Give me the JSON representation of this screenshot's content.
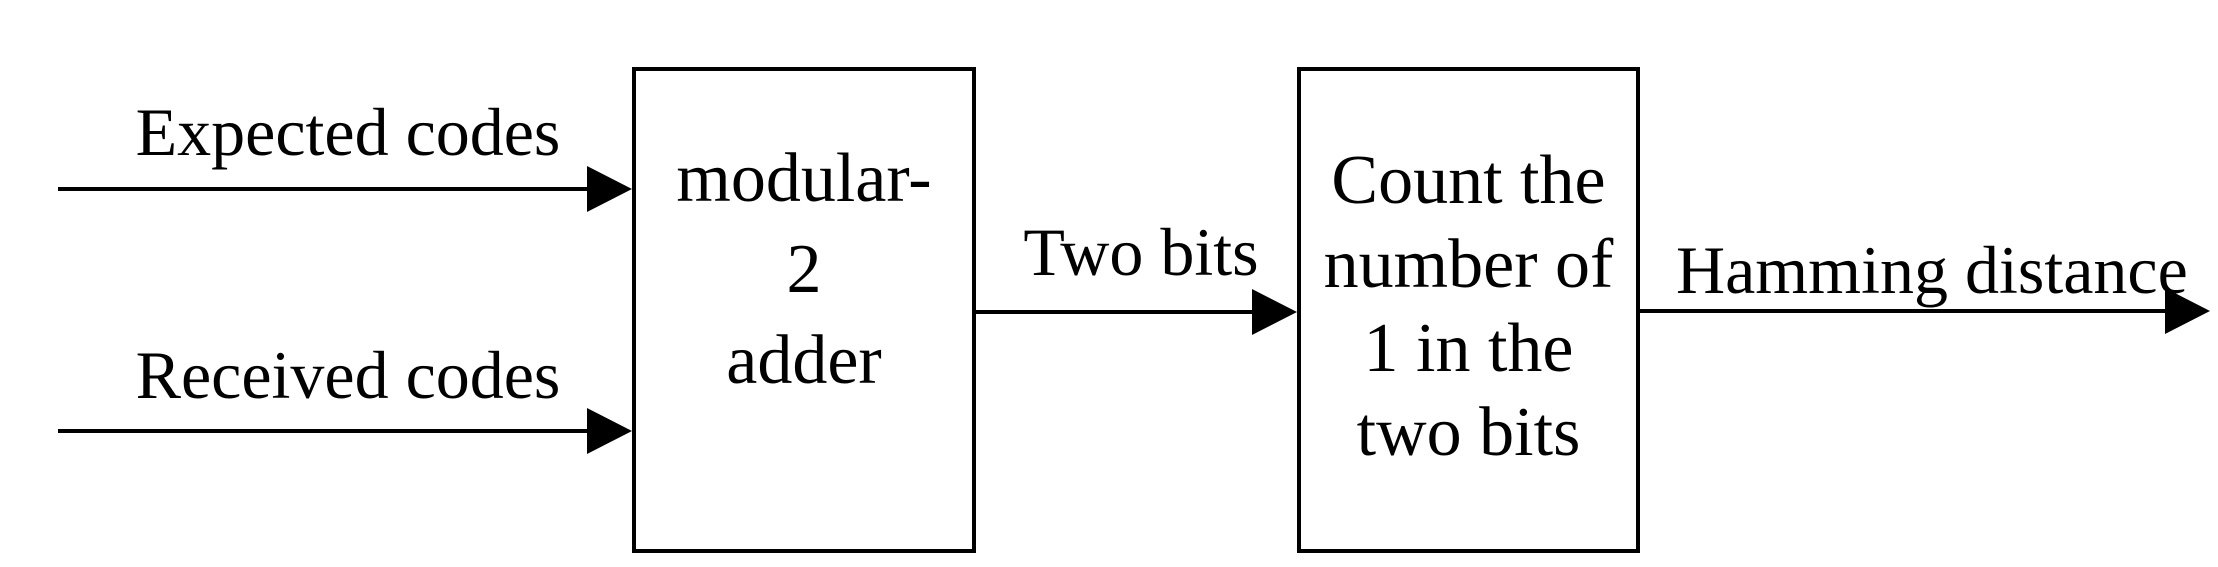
{
  "colors": {
    "ink": "#000000",
    "background": "#ffffff"
  },
  "labels": {
    "input_top": "Expected codes",
    "input_bottom": "Received codes",
    "middle_arrow": "Two bits",
    "output_arrow": "Hamming distance"
  },
  "box_modular_adder": {
    "lines": [
      "modular-",
      "2",
      "adder"
    ]
  },
  "box_count_ones": {
    "lines": [
      "Count the",
      "number of",
      "1 in the",
      "two bits"
    ]
  }
}
